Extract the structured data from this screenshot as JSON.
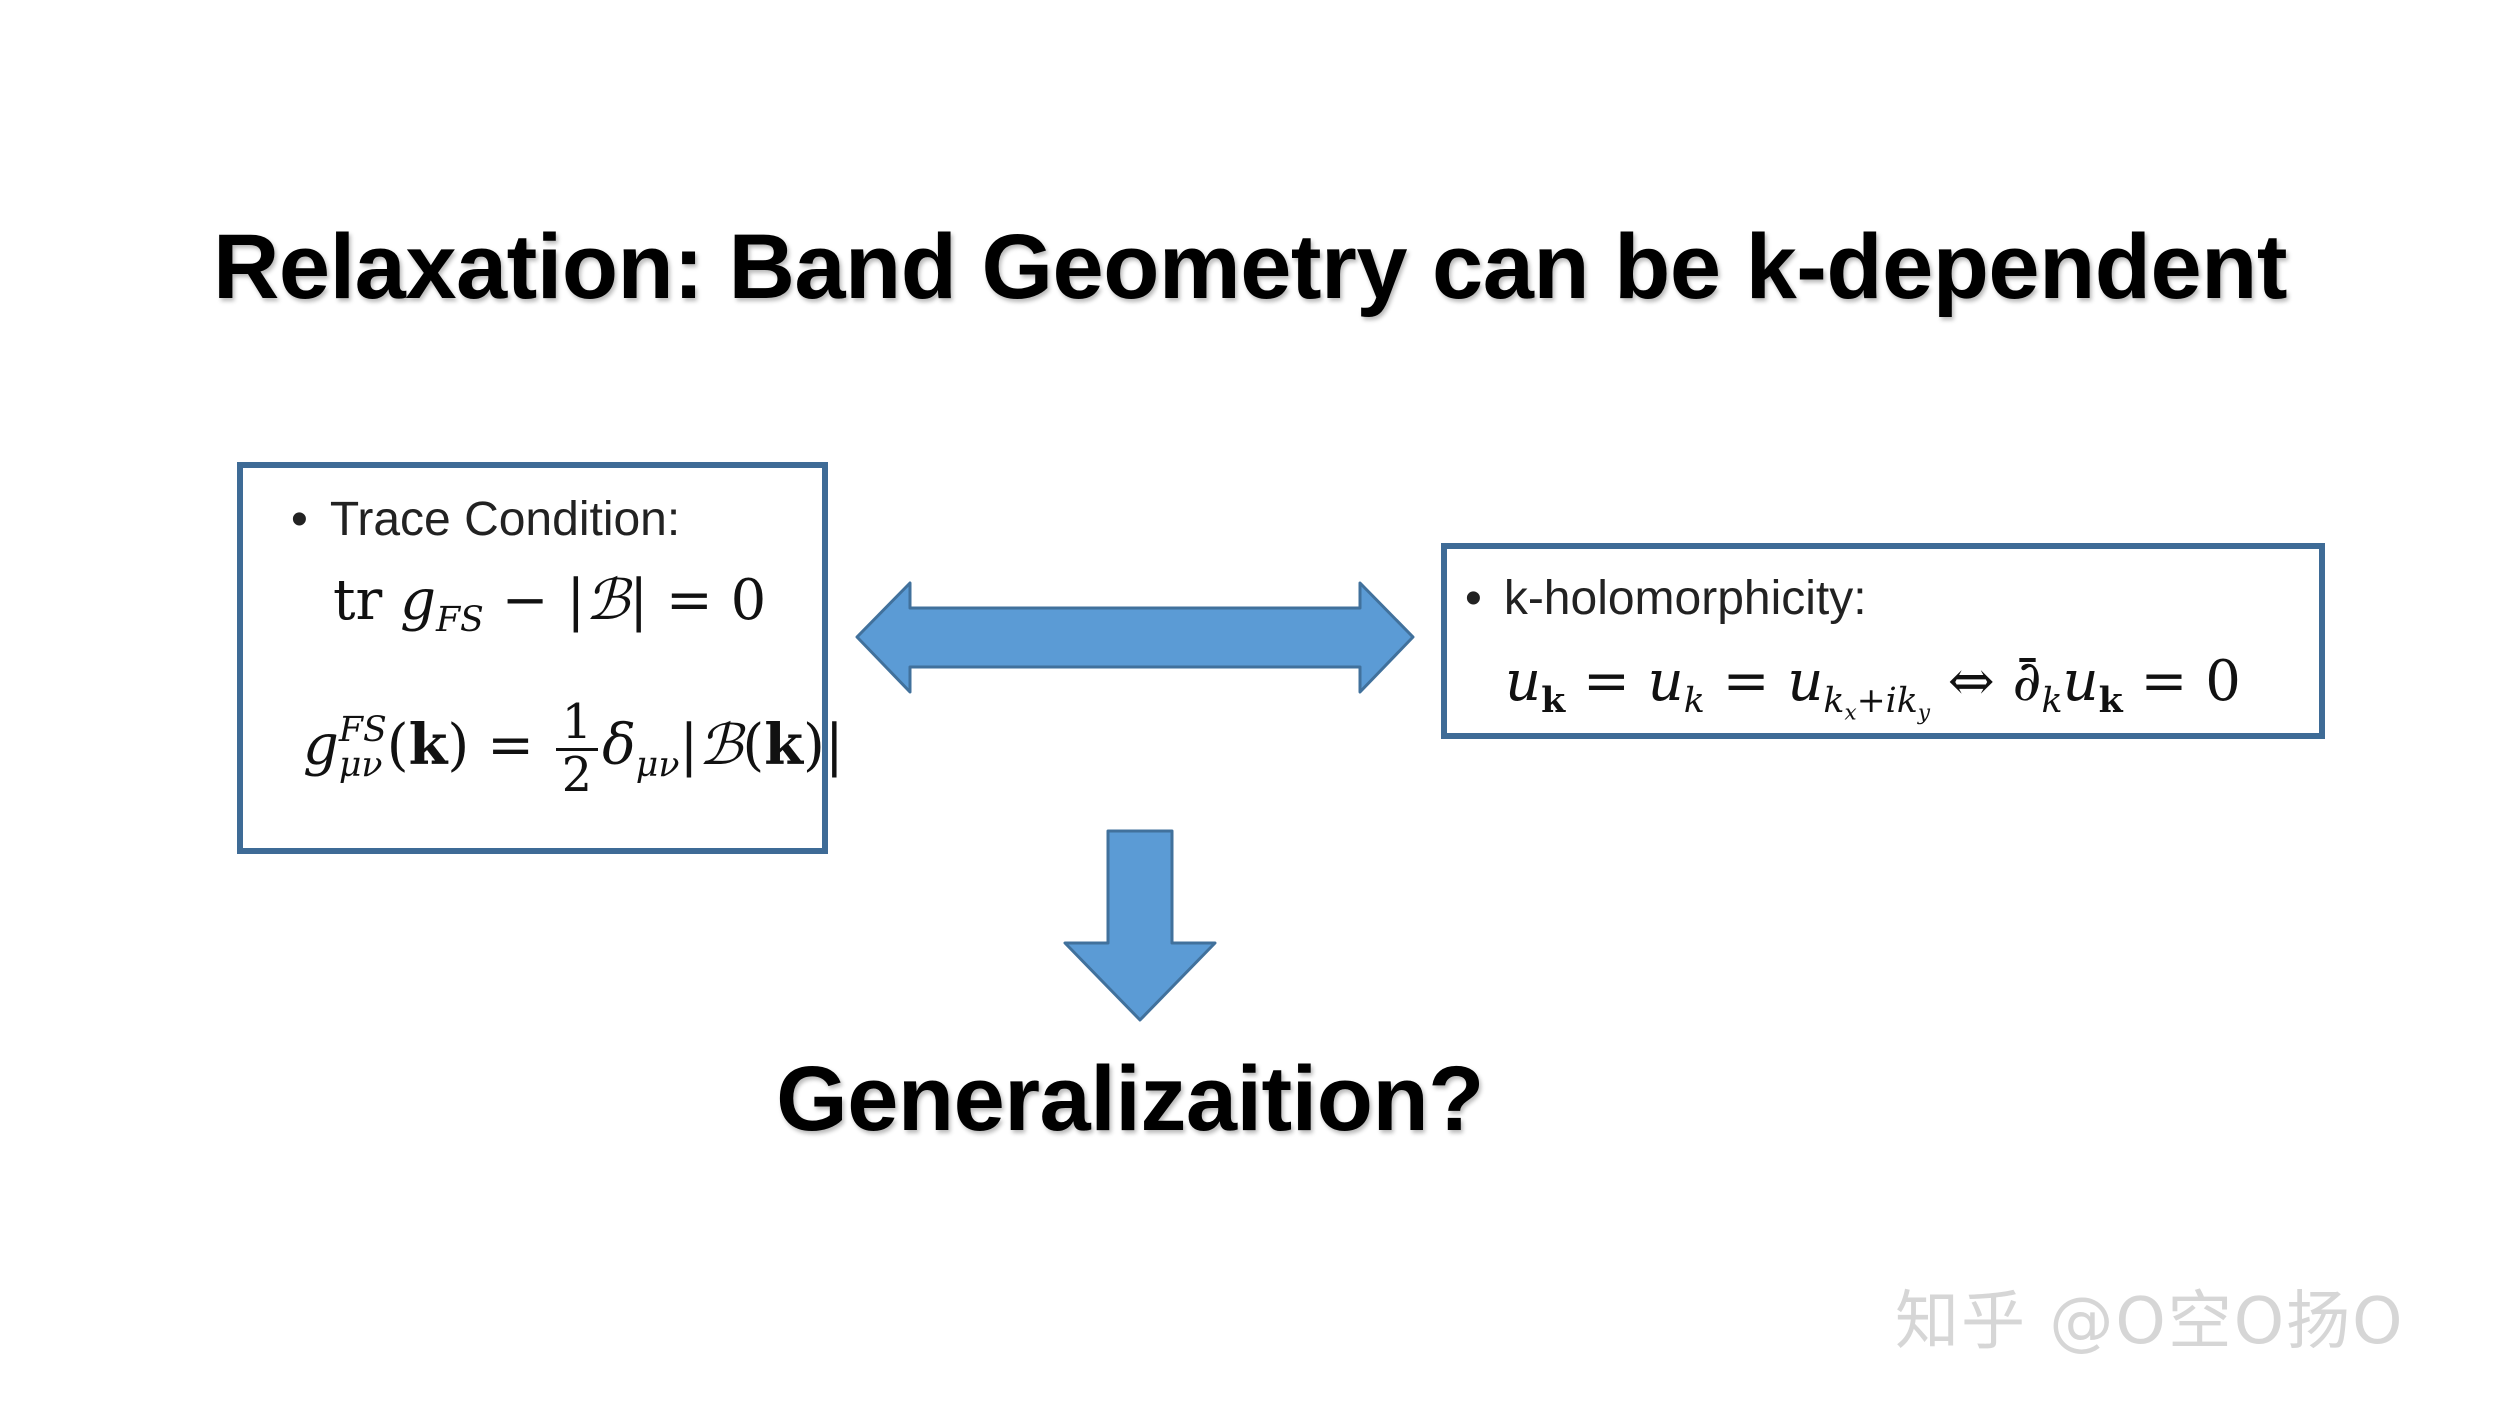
{
  "title": "Relaxation: Band Geometry can be k-dependent",
  "left_box": {
    "bullet": "•",
    "heading": "Trace Condition:",
    "eq1": {
      "tr": "tr",
      "g": "g",
      "g_sub": "FS",
      "minus_b": " − |",
      "B": "ℬ",
      "end": "| = 0"
    },
    "eq2": {
      "g": "g",
      "sup": "FS",
      "sub": "μν",
      "k_paren_open": "(",
      "k": "k",
      "k_paren_close": ")",
      "eq": " = ",
      "frac_num": "1",
      "frac_den": "2",
      "delta": "δ",
      "delta_sub": "μν",
      "abs_open": "|",
      "B": "ℬ",
      "b_paren_open": "(",
      "b_k": "k",
      "b_paren_close": ")",
      "abs_close": "|"
    }
  },
  "right_box": {
    "bullet": "•",
    "heading": "k-holomorphicity:",
    "eq": {
      "u1": "u",
      "u1_sub": "k",
      "eq1": " = ",
      "u2": "u",
      "u2_sub": "k",
      "eq2": " = ",
      "u3": "u",
      "u3_sub": "k",
      "u3_subsub1": "x",
      "u3_subplus": "+ik",
      "u3_subsub2": "y",
      "iff": " ⇔ ",
      "dbar": "∂̄",
      "dbar_sub": "k",
      "u4": "u",
      "u4_sub": "k",
      "end": " = 0"
    }
  },
  "conclusion": "Generalizaition?",
  "watermark": "知乎 @O空O扬O",
  "colors": {
    "arrow_fill": "#5b9bd5",
    "arrow_stroke": "#41719c",
    "box_border": "#3e6b96"
  }
}
